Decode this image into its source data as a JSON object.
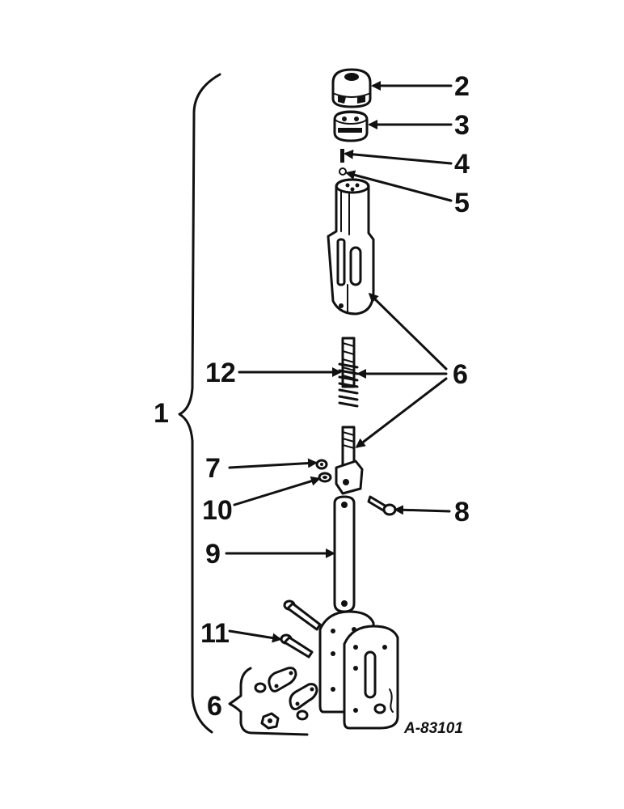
{
  "diagram": {
    "reference_code": "A-83101",
    "callouts": {
      "c1": "1",
      "c2": "2",
      "c3": "3",
      "c4": "4",
      "c5": "5",
      "c6a": "6",
      "c6b": "6",
      "c7": "7",
      "c8": "8",
      "c9": "9",
      "c10": "10",
      "c11": "11",
      "c12": "12"
    }
  }
}
